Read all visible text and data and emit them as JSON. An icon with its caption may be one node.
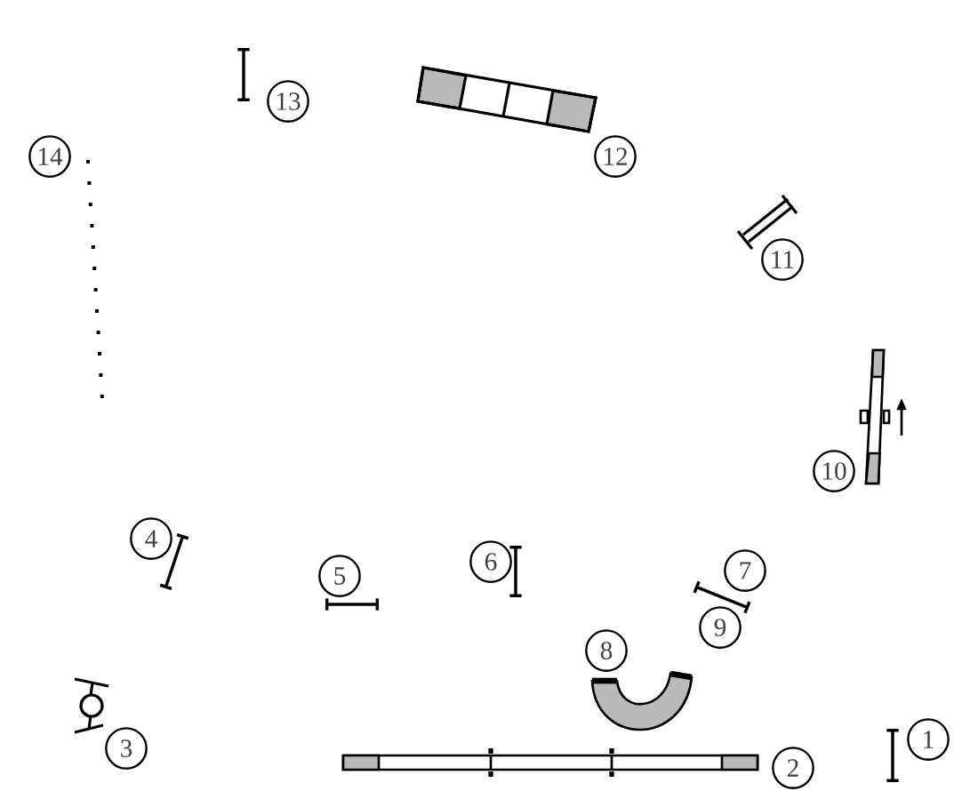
{
  "diagram": {
    "nodes": [
      {
        "text": [
          "1"
        ]
      },
      {
        "text": [
          "2"
        ]
      },
      {
        "text": [
          "3"
        ]
      },
      {
        "text": [
          "4"
        ]
      },
      {
        "text": [
          "5"
        ]
      },
      {
        "text": [
          "6"
        ]
      },
      {
        "text": [
          "7"
        ]
      },
      {
        "text": [
          "8"
        ]
      },
      {
        "text": [
          "9"
        ]
      },
      {
        "text": [
          "10"
        ]
      },
      {
        "text": [
          "11"
        ]
      },
      {
        "text": [
          "12"
        ]
      },
      {
        "text": [
          "13"
        ]
      },
      {
        "text": [
          "14"
        ]
      }
    ]
  }
}
